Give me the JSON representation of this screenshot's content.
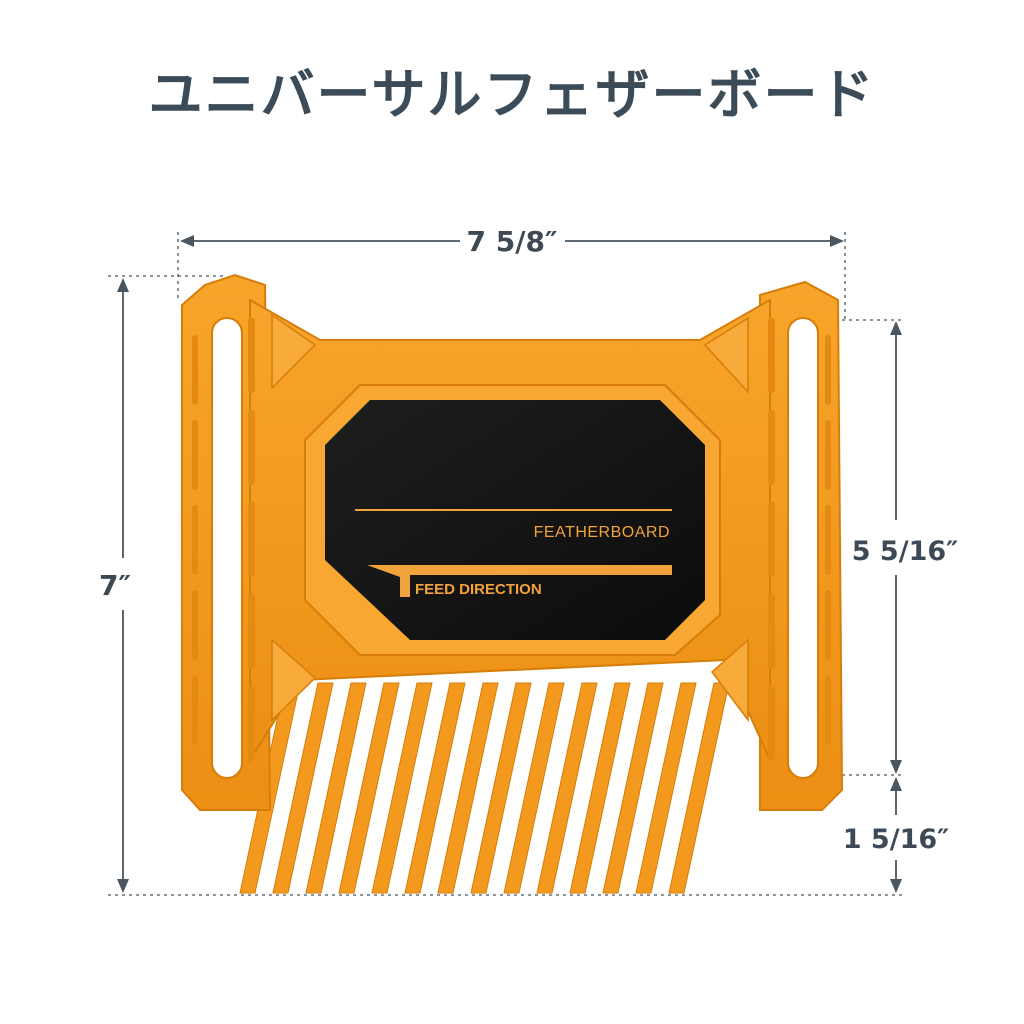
{
  "title": "ユニバーサルフェザーボード",
  "product": {
    "label_main": "FEATHERBOARD",
    "label_direction": "FEED DIRECTION",
    "colors": {
      "body": "#f39a1e",
      "body_dark": "#d67d0a",
      "body_light": "#fbb54a",
      "label_bg": "#141414",
      "label_text": "#f2a23a",
      "dimension": "#4a5560"
    }
  },
  "dimensions": {
    "width": "7 5/8″",
    "height": "7″",
    "slot_length": "5 5/16″",
    "bottom_offset": "1 5/16″"
  }
}
